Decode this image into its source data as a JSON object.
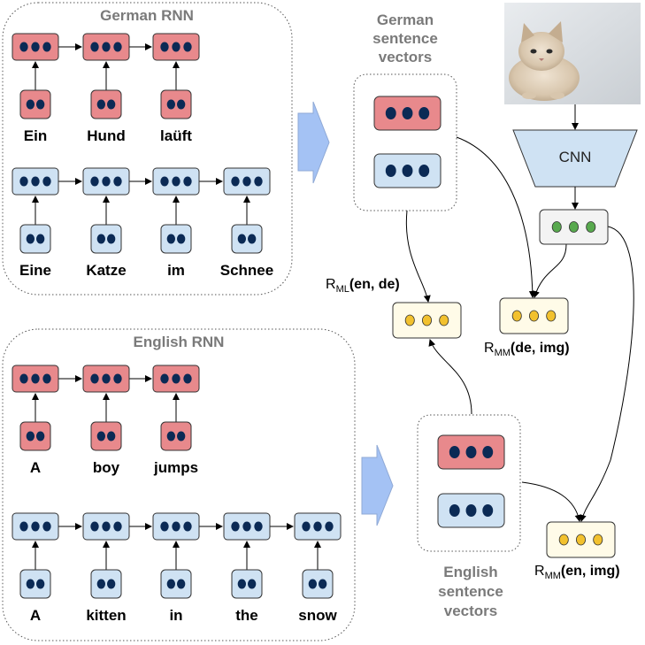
{
  "colors": {
    "red_fill": "#e8898c",
    "blue_fill": "#cfe2f3",
    "dot_dark": "#0b2a55",
    "green_dot": "#58a94e",
    "yellow_dot": "#f2c12e",
    "yellow_box_fill": "#fffbe8",
    "arrow_fill": "#a4c2f4",
    "cnn_fill": "#cfe2f3"
  },
  "german_rnn": {
    "title": "German RNN",
    "sentence1": [
      "Ein",
      "Hund",
      "laüft"
    ],
    "sentence2": [
      "Eine",
      "Katze",
      "im",
      "Schnee"
    ]
  },
  "english_rnn": {
    "title": "English RNN",
    "sentence1": [
      "A",
      "boy",
      "jumps"
    ],
    "sentence2": [
      "A",
      "kitten",
      "in",
      "the",
      "snow"
    ]
  },
  "german_vectors": {
    "title_lines": [
      "German",
      "sentence",
      "vectors"
    ]
  },
  "english_vectors": {
    "title_lines": [
      "English",
      "sentence",
      "vectors"
    ]
  },
  "cnn": {
    "label": "CNN"
  },
  "image": {
    "icon": "kitten-photo"
  },
  "relations": {
    "ml": {
      "r": "R",
      "sub": "ML",
      "args": "(en, de)"
    },
    "mm_de": {
      "r": "R",
      "sub": "MM",
      "args": "(de, img)"
    },
    "mm_en": {
      "r": "R",
      "sub": "MM",
      "args": "(en, img)"
    }
  }
}
